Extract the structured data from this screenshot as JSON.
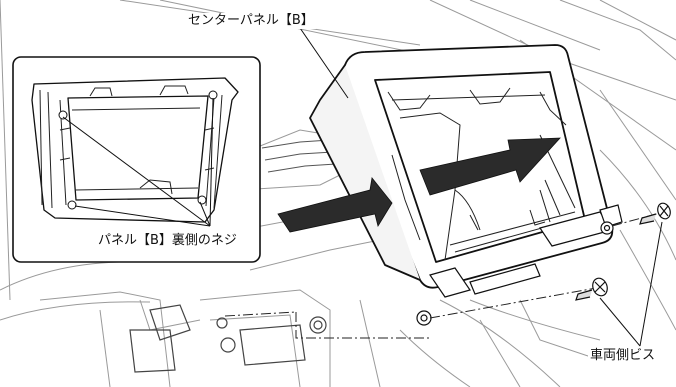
{
  "labels": {
    "center_panel": "センターパネル【B】",
    "panel_screw": "パネル【B】裏側のネジ",
    "vehicle_screw": "車両側ビス"
  },
  "colors": {
    "line": "#222222",
    "arrow_fill": "#2b2b2b",
    "background": "#ffffff"
  }
}
